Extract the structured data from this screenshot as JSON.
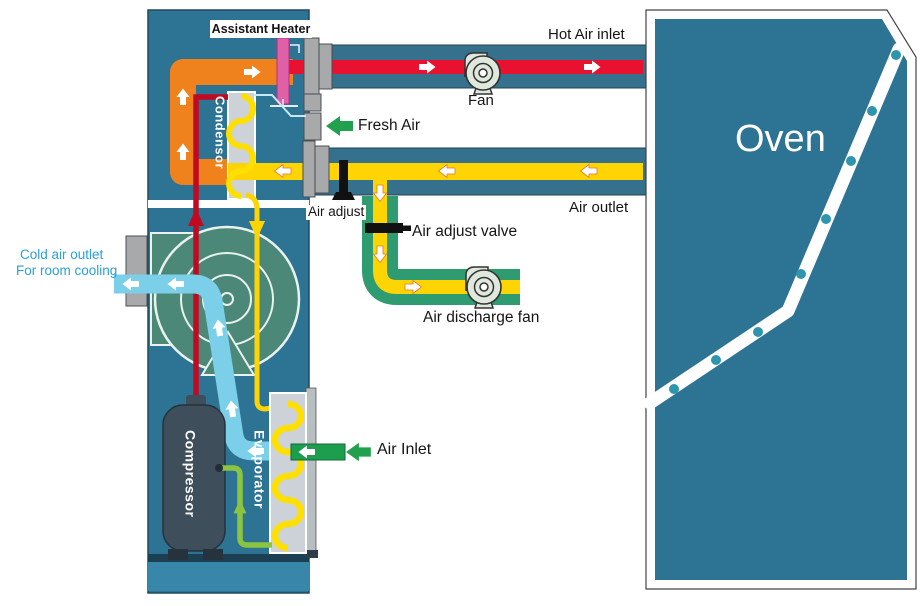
{
  "diagram": {
    "machine": {
      "assistant_heater": "Assistant Heater",
      "condensor": "Condensor",
      "compressor": "Compressor",
      "evaporator": "Evaporator"
    },
    "flows": {
      "hot_air_inlet": "Hot Air inlet",
      "fan": "Fan",
      "fresh_air": "Fresh Air",
      "air_adjust": "Air adjust",
      "air_adjust_valve": "Air adjust valve",
      "air_outlet": "Air outlet",
      "air_discharge_fan": "Air discharge fan",
      "air_inlet": "Air Inlet",
      "cold_air_outlet_line1": "Cold air outlet",
      "cold_air_outlet_line2": "For room cooling"
    },
    "oven": {
      "label": "Oven"
    }
  },
  "colors": {
    "cabinet_teal": "#2d7394",
    "hot_air_red": "#e81230",
    "warm_air_orange": "#f0821e",
    "return_air_yellow": "#ffd403",
    "cold_air_cyan": "#7ccfe8",
    "fresh_air_green": "#21a14e",
    "discharge_duct_green": "#2e9b70",
    "refrigerant_line_red": "#c00a20",
    "suction_line_green": "#8bc53f",
    "heater_pink": "#e060a8",
    "cold_text_blue": "#2aa0dc",
    "blower_green": "#4c8878"
  }
}
